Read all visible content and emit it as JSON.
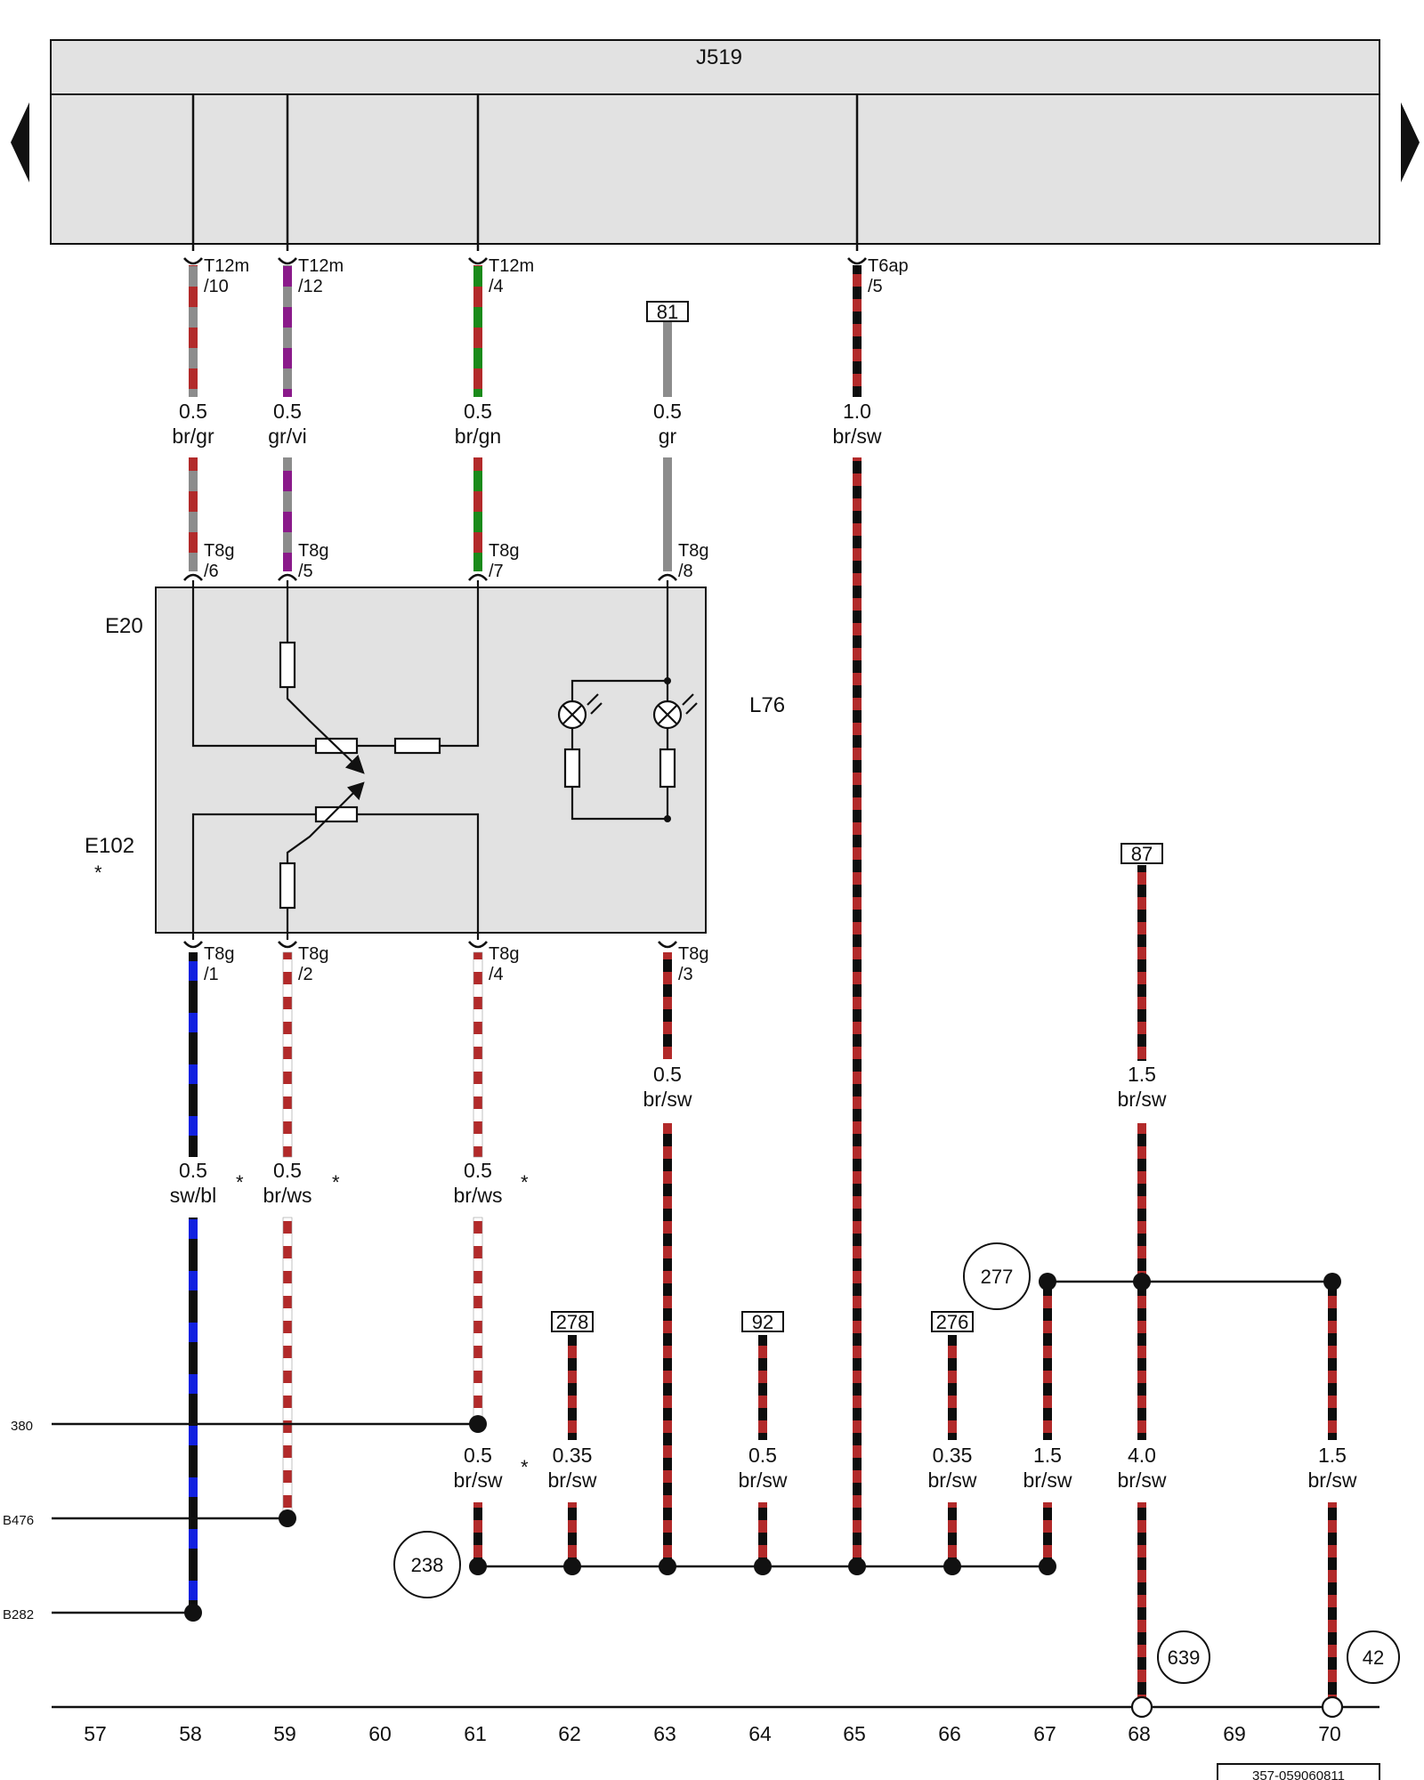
{
  "colors": {
    "br": "#b22a2a",
    "gr": "#8c8c8c",
    "vi": "#8a1a8a",
    "gn": "#1a8a1a",
    "sw": "#0d0d0d",
    "bl": "#1020e0",
    "ws": "#ffffff",
    "box_fill": "#e2e2e2",
    "line": "#111111"
  },
  "components": {
    "j519": "J519",
    "e20": "E20",
    "l76": "L76",
    "e102": "E102",
    "star": "*"
  },
  "connectors": {
    "t12m_10": [
      "T12m",
      "/10"
    ],
    "t12m_12": [
      "T12m",
      "/12"
    ],
    "t12m_4": [
      "T12m",
      "/4"
    ],
    "t6ap_5": [
      "T6ap",
      "/5"
    ],
    "t8g_6": [
      "T8g",
      "/6"
    ],
    "t8g_5": [
      "T8g",
      "/5"
    ],
    "t8g_7": [
      "T8g",
      "/7"
    ],
    "t8g_8": [
      "T8g",
      "/8"
    ],
    "t8g_1": [
      "T8g",
      "/1"
    ],
    "t8g_2": [
      "T8g",
      "/2"
    ],
    "t8g_4": [
      "T8g",
      "/4"
    ],
    "t8g_3": [
      "T8g",
      "/3"
    ]
  },
  "wires": {
    "w1": [
      "0.5",
      "br/gr"
    ],
    "w2": [
      "0.5",
      "gr/vi"
    ],
    "w3": [
      "0.5",
      "br/gn"
    ],
    "w4": [
      "0.5",
      "gr"
    ],
    "w5": [
      "1.0",
      "br/sw"
    ],
    "w6": [
      "0.5",
      "sw/bl"
    ],
    "w7": [
      "0.5",
      "br/ws"
    ],
    "w8": [
      "0.5",
      "br/ws"
    ],
    "w9": [
      "0.5",
      "br/sw"
    ],
    "w10": [
      "1.5",
      "br/sw"
    ],
    "w11": [
      "0.5",
      "br/sw"
    ],
    "w12": [
      "0.35",
      "br/sw"
    ],
    "w13": [
      "0.5",
      "br/sw"
    ],
    "w14": [
      "0.35",
      "br/sw"
    ],
    "w15": [
      "1.5",
      "br/sw"
    ],
    "w16": [
      "4.0",
      "br/sw"
    ],
    "w17": [
      "1.5",
      "br/sw"
    ]
  },
  "boxed_refs": {
    "r81": "81",
    "r87": "87",
    "r278": "278",
    "r92": "92",
    "r276": "276"
  },
  "circle_refs": {
    "c277": "277",
    "c238": "238",
    "c639": "639",
    "c42": "42"
  },
  "left_refs": {
    "l380": "380",
    "lB476": "B476",
    "lB282": "B282"
  },
  "columns": [
    "57",
    "58",
    "59",
    "60",
    "61",
    "62",
    "63",
    "64",
    "65",
    "66",
    "67",
    "68",
    "69",
    "70"
  ],
  "doc_id": "357-059060811"
}
